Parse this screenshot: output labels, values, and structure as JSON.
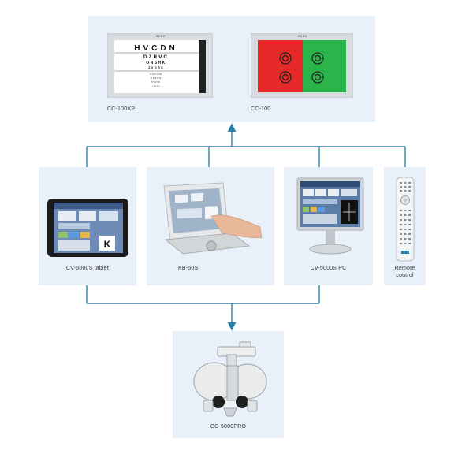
{
  "top_group": {
    "devices": [
      {
        "label": "CC-100XP",
        "chart_rows": [
          "HVCDN",
          "DZRVC",
          "ONSHK",
          "ZVORS",
          "CDKNR",
          "ODKNR",
          "HVOSK",
          "DCVSR"
        ]
      },
      {
        "label": "CC-100"
      }
    ]
  },
  "middle_group": {
    "devices": [
      {
        "label": "CV-5000S tablet",
        "tile_letter": "K"
      },
      {
        "label": "KB-50S"
      },
      {
        "label": "CV-5000S PC"
      },
      {
        "label_lines": [
          "Remote",
          "control"
        ]
      }
    ]
  },
  "bottom_group": {
    "devices": [
      {
        "label": "CC-5000PRO"
      }
    ]
  },
  "colors": {
    "panel": "#e8f1f9",
    "connector": "#2a7fa8",
    "red_half": "#e62a2a",
    "green_half": "#2bb44a"
  }
}
